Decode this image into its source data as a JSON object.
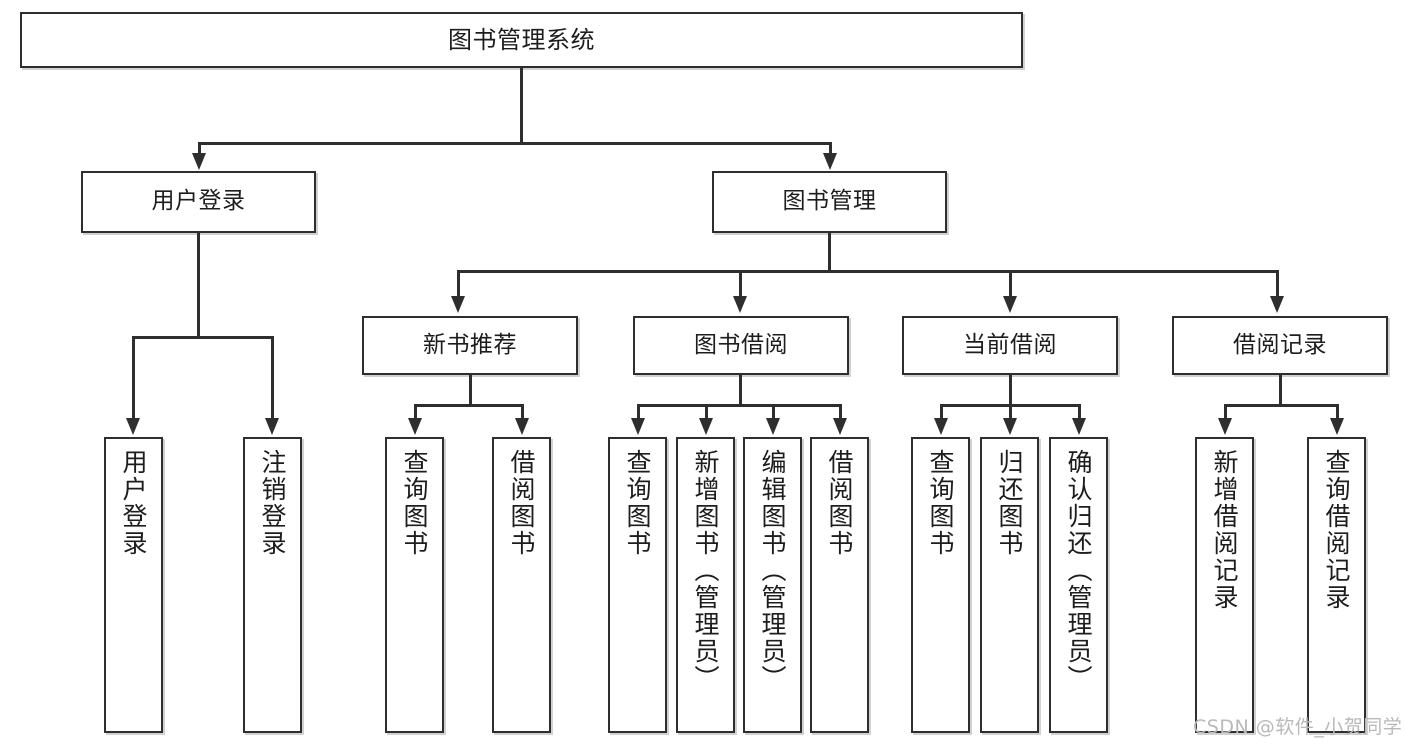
{
  "diagram": {
    "type": "tree-hierarchy-chart",
    "title": "图书管理系统",
    "orientation": "top-down",
    "line_color": "#2e2e2e",
    "box_fill": "#ffffff",
    "text_color": "#1d1d1d"
  },
  "root": {
    "label": "图书管理系统"
  },
  "level2": [
    {
      "label": "用户登录"
    },
    {
      "label": "图书管理"
    }
  ],
  "level3": [
    {
      "label": "新书推荐"
    },
    {
      "label": "图书借阅"
    },
    {
      "label": "当前借阅"
    },
    {
      "label": "借阅记录"
    }
  ],
  "leaves": {
    "user_login": [
      {
        "label": "用户登录"
      },
      {
        "label": "注销登录"
      }
    ],
    "new_book": [
      {
        "label": "查询图书"
      },
      {
        "label": "借阅图书"
      }
    ],
    "book_borrow": [
      {
        "label": "查询图书"
      },
      {
        "label": "新增图书（管理员）"
      },
      {
        "label": "编辑图书（管理员）"
      },
      {
        "label": "借阅图书"
      }
    ],
    "current_borrow": [
      {
        "label": "查询图书"
      },
      {
        "label": "归还图书"
      },
      {
        "label": "确认归还（管理员）"
      }
    ],
    "borrow_record": [
      {
        "label": "新增借阅记录"
      },
      {
        "label": "查询借阅记录"
      }
    ]
  },
  "watermark": {
    "text": "CSDN @软件_小贺同学"
  }
}
